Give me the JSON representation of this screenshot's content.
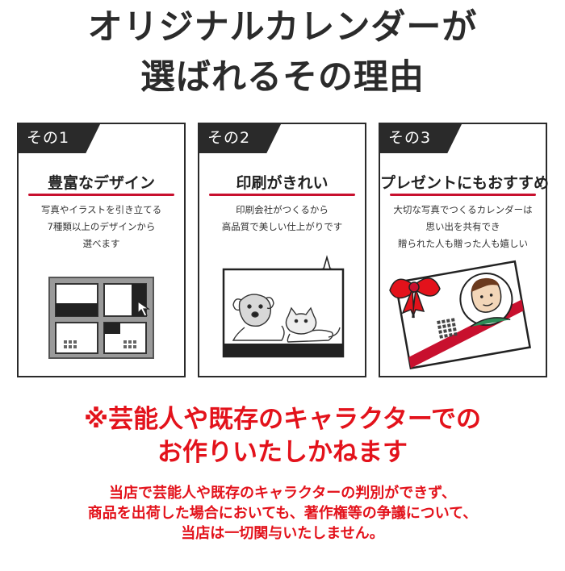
{
  "headline": {
    "line1": "オリジナルカレンダーが",
    "line2": "選ばれるその理由"
  },
  "cards": [
    {
      "tag": "その1",
      "title": "豊富なデザイン",
      "desc": [
        "写真やイラストを引き立てる",
        "7種類以上のデザインから",
        "選べます"
      ],
      "illustration": "calendar-layout-icon"
    },
    {
      "tag": "その2",
      "title": "印刷がきれい",
      "desc": [
        "印刷会社がつくるから",
        "高品質で美しい仕上がりです"
      ],
      "illustration": "dog-cat-photo-icon"
    },
    {
      "tag": "その3",
      "title": "プレゼントにもおすすめ",
      "desc": [
        "大切な写真でつくるカレンダーは",
        "思い出を共有でき",
        "贈られた人も贈った人も嬉しい"
      ],
      "illustration": "gift-card-icon"
    }
  ],
  "warning": {
    "line1": "※芸能人や既存のキャラクターでの",
    "line2": "お作りいたしかねます",
    "note1": "当店で芸能人や既存のキャラクターの判別ができず、",
    "note2": "商品を出荷した場合においても、著作権等の争議について、",
    "note3": "当店は一切関与いたしません。"
  },
  "colors": {
    "accent_red": "#e3121b",
    "underline_red": "#c8102e",
    "dark": "#2a2a2a"
  }
}
